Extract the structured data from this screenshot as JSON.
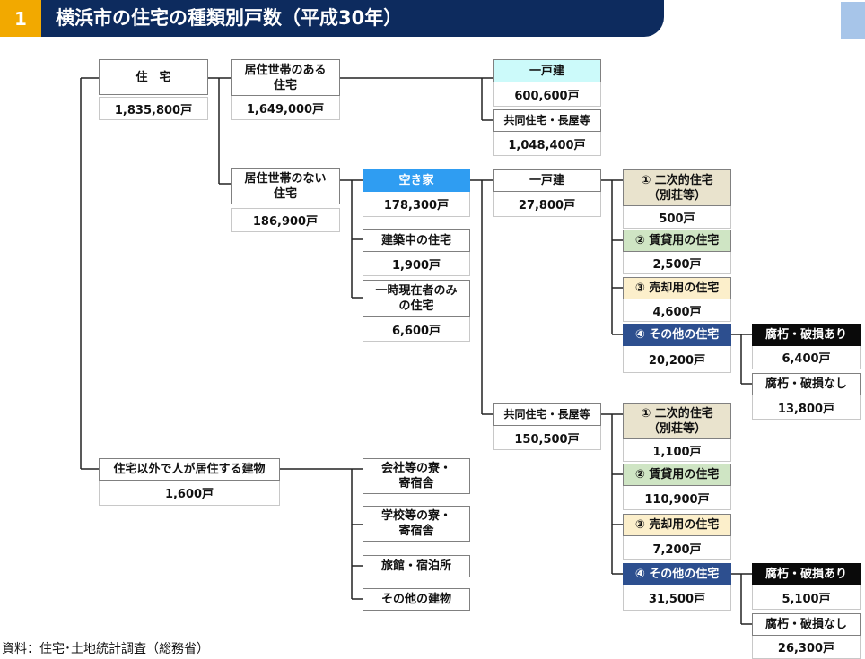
{
  "header": {
    "number": "1",
    "title": "横浜市の住宅の種類別戸数（平成30年）"
  },
  "source": "資料：住宅･土地統計調査（総務省）",
  "nodes": {
    "housing": {
      "label": "住　宅",
      "value": "1,835,800戸"
    },
    "occupied": {
      "label": "居住世帯のある\n住宅",
      "value": "1,649,000戸"
    },
    "occ_detached": {
      "label": "一戸建",
      "value": "600,600戸"
    },
    "occ_shared": {
      "label": "共同住宅・長屋等",
      "value": "1,048,400戸"
    },
    "unoccupied": {
      "label": "居住世帯のない\n住宅",
      "value": "186,900戸"
    },
    "vacant": {
      "label": "空き家",
      "value": "178,300戸"
    },
    "under_construction": {
      "label": "建築中の住宅",
      "value": "1,900戸"
    },
    "temporary": {
      "label": "一時現在者のみ\nの住宅",
      "value": "6,600戸"
    },
    "vac_detached": {
      "label": "一戸建",
      "value": "27,800戸"
    },
    "det_second": {
      "label": "① 二次的住宅\n（別荘等）",
      "value": "500戸"
    },
    "det_rental": {
      "label": "② 賃貸用の住宅",
      "value": "2,500戸"
    },
    "det_sale": {
      "label": "③ 売却用の住宅",
      "value": "4,600戸"
    },
    "det_other": {
      "label": "④ その他の住宅",
      "value": "20,200戸"
    },
    "det_damaged": {
      "label": "腐朽・破損あり",
      "value": "6,400戸"
    },
    "det_undamaged": {
      "label": "腐朽・破損なし",
      "value": "13,800戸"
    },
    "vac_shared": {
      "label": "共同住宅・長屋等",
      "value": "150,500戸"
    },
    "sh_second": {
      "label": "① 二次的住宅\n（別荘等）",
      "value": "1,100戸"
    },
    "sh_rental": {
      "label": "② 賃貸用の住宅",
      "value": "110,900戸"
    },
    "sh_sale": {
      "label": "③ 売却用の住宅",
      "value": "7,200戸"
    },
    "sh_other": {
      "label": "④ その他の住宅",
      "value": "31,500戸"
    },
    "sh_damaged": {
      "label": "腐朽・破損あり",
      "value": "5,100戸"
    },
    "sh_undamaged": {
      "label": "腐朽・破損なし",
      "value": "26,300戸"
    },
    "non_housing": {
      "label": "住宅以外で人が居住する建物",
      "value": "1,600戸"
    },
    "dorm_company": {
      "label": "会社等の寮・\n寄宿舎"
    },
    "dorm_school": {
      "label": "学校等の寮・\n寄宿舎"
    },
    "inn": {
      "label": "旅館・宿泊所"
    },
    "other_building": {
      "label": "その他の建物"
    }
  }
}
